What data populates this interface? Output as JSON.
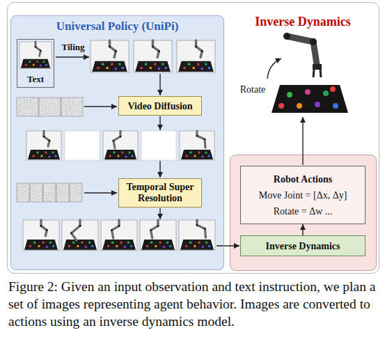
{
  "diagram": {
    "caption": "Figure 2: Given an input observation and text instruction, we plan a set of images representing agent behavior. Images are converted to actions using an inverse dynamics model.",
    "nodes": [
      {
        "text": [
          "Universal Policy (UniPi)"
        ]
      },
      {
        "text": [
          "Text"
        ],
        "in": 0
      },
      {
        "text": [
          "Video Diffusion"
        ],
        "in": 0
      },
      {
        "text": [
          "Temporal Super Resolution"
        ],
        "in": 0
      },
      {
        "text": [
          "Robot Actions",
          "Move Joint = [Δx, Δy]",
          "Rotate = Δw ..."
        ]
      },
      {
        "text": [
          "Inverse Dynamics"
        ]
      }
    ],
    "edges": [
      {
        "from": 5,
        "to": 4,
        "arrow": "to"
      }
    ],
    "labels": [
      "Tiling",
      "Inverse Dynamics",
      "Rotate"
    ]
  }
}
